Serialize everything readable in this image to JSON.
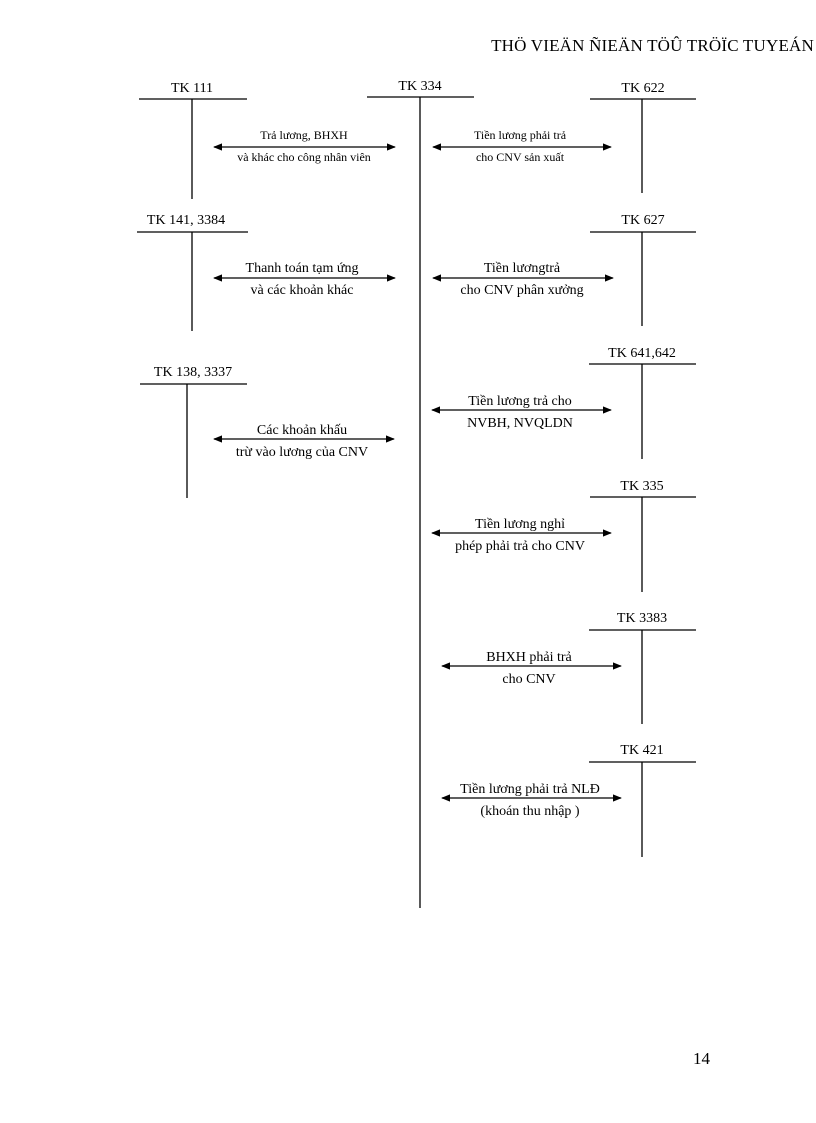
{
  "header": {
    "title": "THÖ VIEÄN ÑIEÄN TÖÛ TRÖÏC TUYEÁN"
  },
  "accounts": {
    "tk111": "TK 111",
    "tk334": "TK 334",
    "tk622": "TK 622",
    "tk141": "TK 141, 3384",
    "tk627": "TK 627",
    "tk641": "TK 641,642",
    "tk138": "TK 138, 3337",
    "tk335": "TK 335",
    "tk3383": "TK 3383",
    "tk421": "TK 421"
  },
  "flows": {
    "f1": {
      "line1": "Trả lương, BHXH",
      "line2": "và khác cho công nhân viên"
    },
    "f2": {
      "line1": "Tiền lương phải trả",
      "line2": "cho CNV sản xuất"
    },
    "f3": {
      "line1": "Thanh toán tạm ứng",
      "line2": "và các khoản khác"
    },
    "f4": {
      "line1": "Tiền lươngtrả",
      "line2": "cho CNV phân xưởng"
    },
    "f5": {
      "line1": "Tiền lương trả cho",
      "line2": "NVBH, NVQLDN"
    },
    "f6": {
      "line1": "Các khoản khấu",
      "line2": "trừ vào lương của CNV"
    },
    "f7": {
      "line1": "Tiền lương nghỉ",
      "line2": "phép phải trả cho CNV"
    },
    "f8": {
      "line1": "BHXH phải trả",
      "line2": "cho CNV"
    },
    "f9": {
      "line1": "Tiền lương phải trả NLĐ",
      "line2": "(khoán thu nhập )"
    }
  },
  "page": {
    "number": "14"
  }
}
